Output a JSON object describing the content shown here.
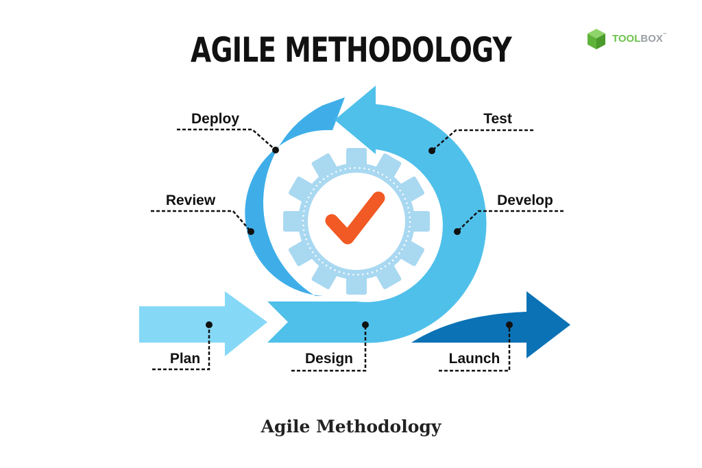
{
  "title": "AGILE METHODOLOGY",
  "logo": {
    "part1": "TOOL",
    "part2": "BOX",
    "mark": "™"
  },
  "caption": "Agile Methodology",
  "stages": {
    "plan": "Plan",
    "design": "Design",
    "develop": "Develop",
    "test": "Test",
    "deploy": "Deploy",
    "review": "Review",
    "launch": "Launch"
  },
  "colors": {
    "plan_arrow": "#86d8f7",
    "cycle_light": "#4fc0ea",
    "cycle_mid": "#3faee8",
    "launch_arrow": "#0b72b5",
    "gear": "#a9d8f1",
    "check": "#f15a24",
    "text": "#111111"
  },
  "icons": {
    "center": "gear-checkmark-icon",
    "logo": "toolbox-cube-icon"
  }
}
